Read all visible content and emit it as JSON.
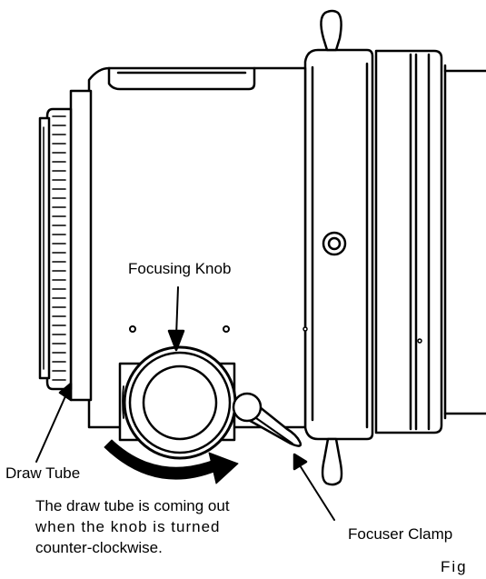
{
  "labels": {
    "focusing_knob": "Focusing Knob",
    "draw_tube": "Draw Tube",
    "focuser_clamp": "Focuser Clamp",
    "note_line1": "The draw tube is coming out",
    "note_line2": "when the knob is turned",
    "note_line3": "counter-clockwise.",
    "figure_ref": "Fig"
  },
  "colors": {
    "line": "#000000",
    "paper": "#ffffff"
  }
}
